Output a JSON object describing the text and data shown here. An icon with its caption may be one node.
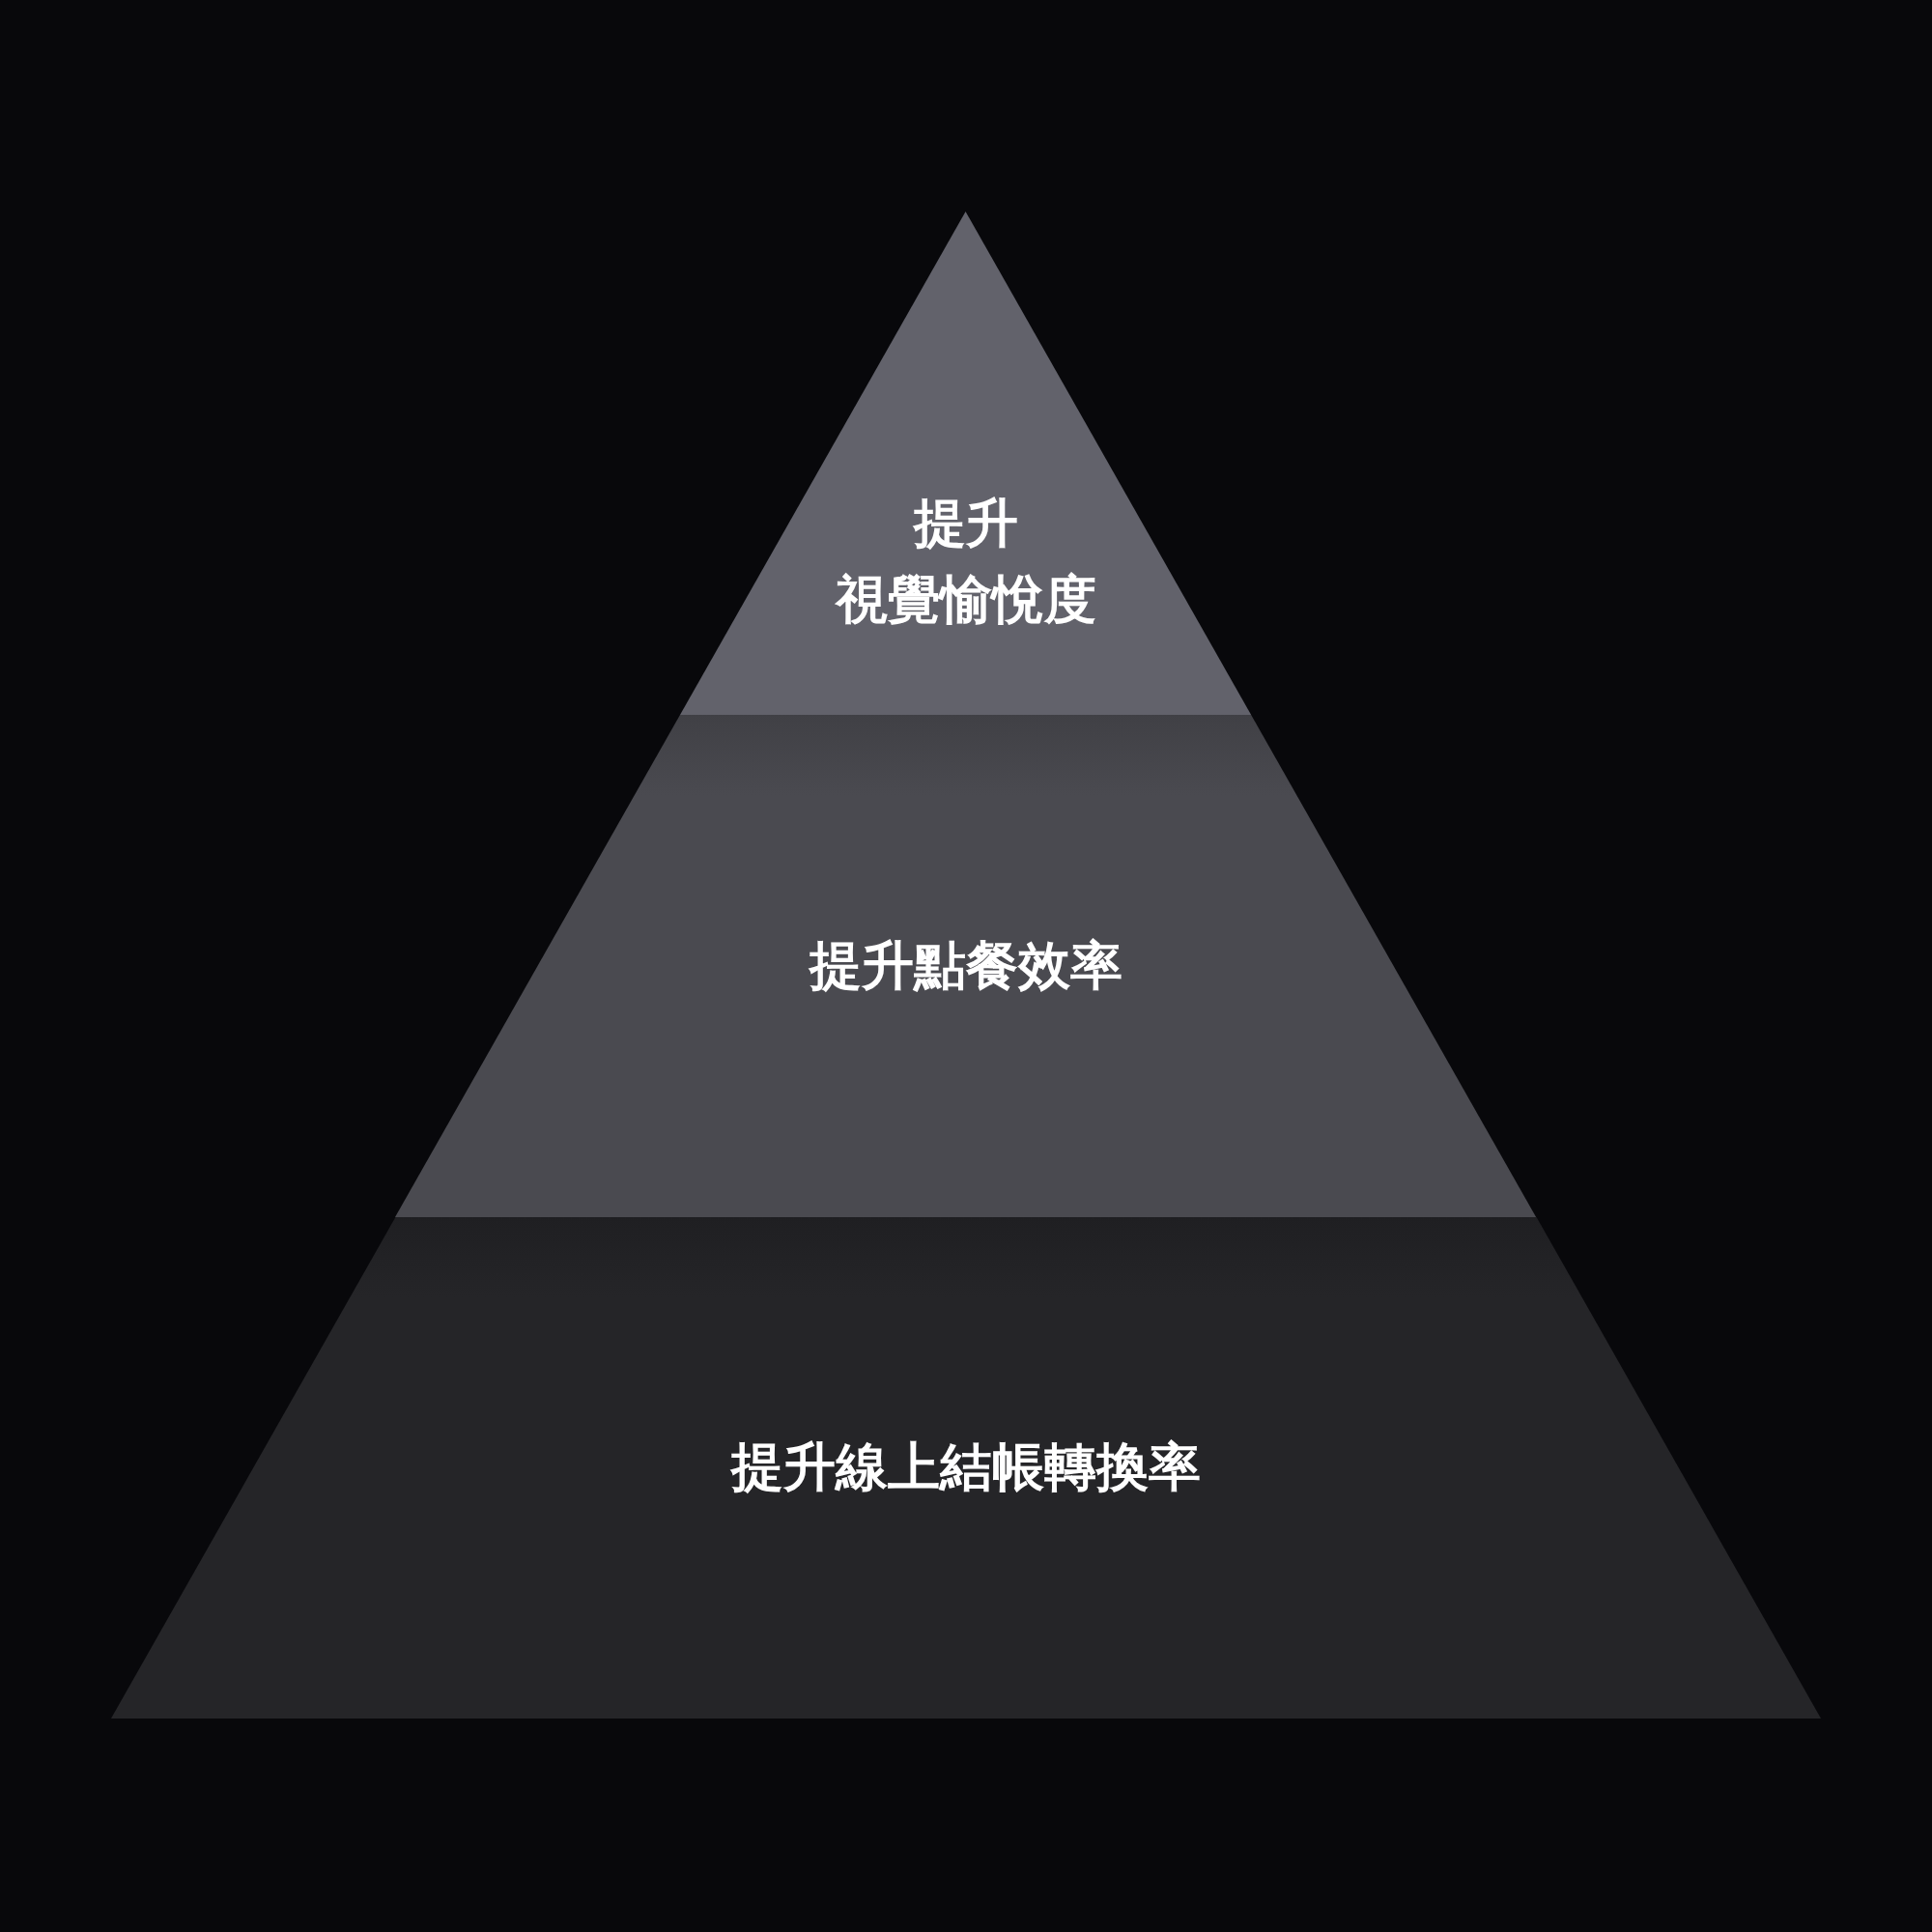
{
  "diagram": {
    "nodes": [
      {
        "text": [
          "提升視覺愉悅度"
        ]
      },
      {
        "text": [
          "提升點餐效率"
        ]
      },
      {
        "text": [
          "提升線上結帳轉換率"
        ]
      }
    ]
  }
}
